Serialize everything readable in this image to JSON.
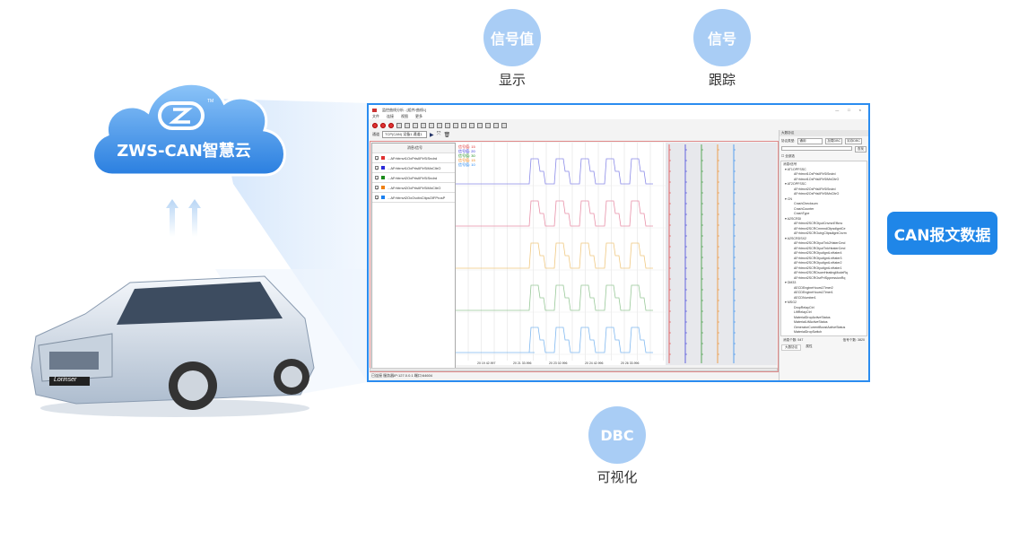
{
  "cloud": {
    "title": "ZWS-CAN智慧云",
    "tm": "TM"
  },
  "features": [
    {
      "circle": "信号值",
      "label": "显示"
    },
    {
      "circle": "信号",
      "label": "跟踪"
    },
    {
      "circle": "DBC",
      "label": "可视化"
    }
  ],
  "can_button": "CAN报文数据",
  "car": {
    "plate": "Lorinser"
  },
  "app": {
    "title": "监控曲线分析 - [组件/曲线1]",
    "window_controls": [
      "—",
      "□",
      "×"
    ],
    "menu": [
      "文件",
      "连接",
      "视图",
      "更多"
    ],
    "channel_label": "通道",
    "channel_value": "TCP(CAN) 设备1 通道1",
    "list_header": "消息/信号",
    "signals": [
      {
        "name": "...AFrhtrnvt1OxPrlsIIFlrSiSndrd",
        "color": "#e03030"
      },
      {
        "name": "...AFrhtrnvt1OxPrlsIIFlrSiMnCltrO",
        "color": "#2a2ad8"
      },
      {
        "name": "...AFrhtrnvt2OxPrlsIIFlrSiSndrd",
        "color": "#1a8a1a"
      },
      {
        "name": "...AFrhtrnvt2OxPrlsIIFlrSiMnCltrO",
        "color": "#f08010"
      },
      {
        "name": "...AFrhtrnvt2OxOvdtnCltpsOlFProsP",
        "color": "#1a80f0"
      }
    ],
    "legend": [
      {
        "label": "信号值:",
        "value": "15",
        "color": "#e03030"
      },
      {
        "label": "信号值:",
        "value": "20",
        "color": "#2a2ad8"
      },
      {
        "label": "信号值:",
        "value": "30",
        "color": "#1a8a1a"
      },
      {
        "label": "信号值:",
        "value": "15",
        "color": "#f08010"
      },
      {
        "label": "信号值:",
        "value": "10",
        "color": "#1a80f0"
      }
    ],
    "time_ticks": [
      "20 19 42.997",
      "20 21 33.996",
      "20 23 02.996",
      "20 24 42.996",
      "20 26 33.996"
    ],
    "status": "已连接 服务器IP:127.0.0.1 端口:64604",
    "right_panel": {
      "title": "大数协议",
      "protocol_label": "协议类型:",
      "protocol_value": "通用",
      "load_btn": "加载DBC",
      "save_btn": "另存DBC",
      "search_btn": "查找",
      "select_all": "全部选",
      "tree_header": "消息/信号",
      "tree": [
        {
          "t": "AT1OPFSSC",
          "lvl": 0
        },
        {
          "t": "AFrhtrnvt1OxPrlsIIFlrSiSndrd",
          "lvl": 1
        },
        {
          "t": "AFrhtrnvt1OxPrlsIIFlrSiMnCltrO",
          "lvl": 1
        },
        {
          "t": "AT2OPFSSC",
          "lvl": 0
        },
        {
          "t": "AFrhtrnvt2OxPrlsIIFlrSiSndrd",
          "lvl": 1
        },
        {
          "t": "AFrhtrnvt2OxPrlsIIFlrSiMnCltrO",
          "lvl": 1
        },
        {
          "t": "CN",
          "lvl": 0
        },
        {
          "t": "CrashChecksum",
          "lvl": 1
        },
        {
          "t": "CrashCounter",
          "lvl": 1
        },
        {
          "t": "CrashType",
          "lvl": 1
        },
        {
          "t": "A2SCRDI",
          "lvl": 0
        },
        {
          "t": "AFrhtrnvt2SCROtyutCnvrsnEffcnc",
          "lvl": 1
        },
        {
          "t": "AFrhtrnvt2SCRCmmndCltpsdlgntCe",
          "lvl": 1
        },
        {
          "t": "AFrhtrnvt2SCROutrgCltpsdlgntCnvm",
          "lvl": 1
        },
        {
          "t": "A2SCRDSX2",
          "lvl": 0
        },
        {
          "t": "AFrhtrnvt2SCROtyutTnk2HaterCmd",
          "lvl": 1
        },
        {
          "t": "AFrhtrnvt2SCROtyutTnkHeaterCmd",
          "lvl": 1
        },
        {
          "t": "AFrhtrnvt2SCROtyutlgntLnHater4",
          "lvl": 1
        },
        {
          "t": "AFrhtrnvt2SCROtyutlgntLnHater3",
          "lvl": 1
        },
        {
          "t": "AFrhtrnvt2SCROtyutlgntLnHater2",
          "lvl": 1
        },
        {
          "t": "AFrhtrnvt2SCROtyutlgntLnHater1",
          "lvl": 1
        },
        {
          "t": "AFrhtrnvt2SCRDsoerHeatingModeRq",
          "lvl": 1
        },
        {
          "t": "AFrhtrnvt2SCROsrPrtSppressionRq",
          "lvl": 1
        },
        {
          "t": "DM33",
          "lvl": 0
        },
        {
          "t": "AECDEngineHours1Timer2",
          "lvl": 1
        },
        {
          "t": "AECDEngineHours1Timer1",
          "lvl": 1
        },
        {
          "t": "AECDNumber1",
          "lvl": 1
        },
        {
          "t": "MSG2",
          "lvl": 0
        },
        {
          "t": "DropRelayCtrl",
          "lvl": 1
        },
        {
          "t": "LiftRelayCtrl",
          "lvl": 1
        },
        {
          "t": "MaterialDropActiveStatus",
          "lvl": 1
        },
        {
          "t": "MaterialLiftActiveStatus",
          "lvl": 1
        },
        {
          "t": "GeneratorCurrentBoostActiveStatus",
          "lvl": 1
        },
        {
          "t": "MaterialDropSwitch",
          "lvl": 1
        }
      ],
      "msg_count": "消息个数: 547",
      "sig_count": "信号个数: 3820",
      "tabs": [
        "大数协议",
        "属性"
      ]
    }
  }
}
